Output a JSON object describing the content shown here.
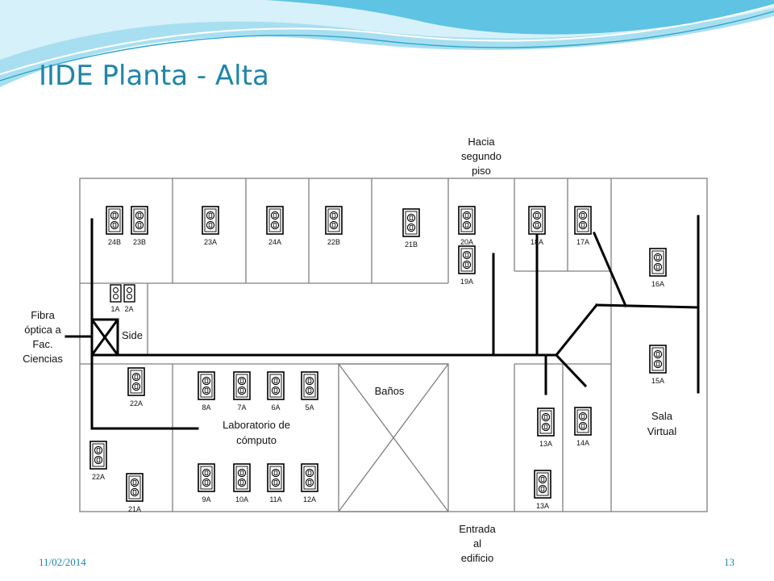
{
  "slide": {
    "title": "IIDE Planta - Alta",
    "date": "11/02/2014",
    "page_number": "13"
  },
  "colors": {
    "accent": "#1e86a8",
    "wall": "#7f7f7f",
    "cable": "#000000"
  },
  "labels": {
    "top_stairs": [
      "Hacia",
      "segundo",
      "piso"
    ],
    "bottom_entrance": [
      "Entrada",
      "al",
      "edificio"
    ],
    "fiber": [
      "Fibra",
      "óptica a",
      "Fac.",
      "Ciencias"
    ],
    "side": "Side",
    "banos": "Baños",
    "lab": [
      "Laboratorio de",
      "cómputo"
    ],
    "sala": [
      "Sala",
      "Virtual"
    ]
  },
  "outlets": [
    "24B",
    "23B",
    "23A",
    "24A",
    "22B",
    "21B",
    "20A",
    "19A",
    "18A",
    "17A",
    "16A",
    "15A",
    "22A",
    "22A",
    "21A",
    "8A",
    "7A",
    "6A",
    "5A",
    "9A",
    "10A",
    "11A",
    "12A",
    "13A",
    "14A",
    "13A"
  ],
  "small_outlets": [
    "1A",
    "2A"
  ],
  "icons": {
    "outlet": "duplex-outlet-icon",
    "rack": "rack-x-icon",
    "bathroom": "bathroom-x-icon"
  }
}
